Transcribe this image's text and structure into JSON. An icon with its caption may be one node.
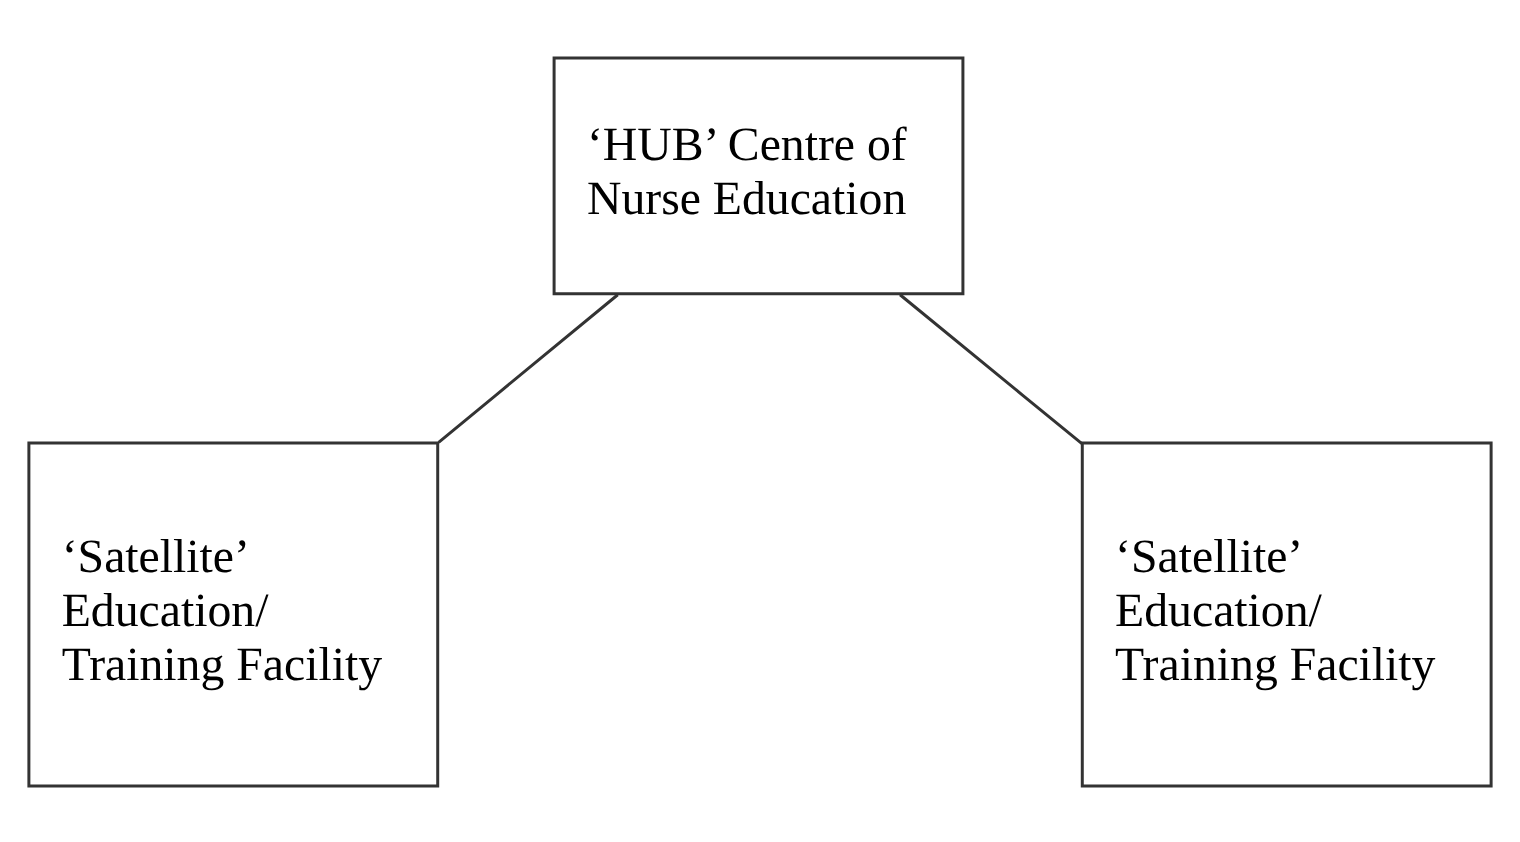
{
  "diagram": {
    "nodes": [
      {
        "text": [
          "‘HUB’ Centre of Nurse Education"
        ]
      },
      {
        "text": [
          "‘Satellite’ Education/ Training Facility"
        ]
      },
      {
        "text": [
          "‘Satellite’ Education/ Training Facility"
        ]
      }
    ],
    "edges": [
      {
        "from": 0,
        "to": 1,
        "arrow": "none"
      },
      {
        "from": 0,
        "to": 2,
        "arrow": "none"
      }
    ]
  }
}
